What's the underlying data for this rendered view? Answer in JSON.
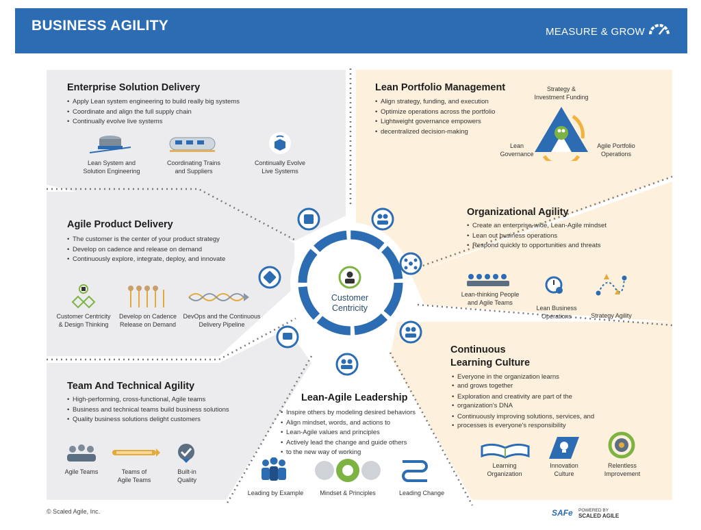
{
  "header": {
    "title": "BUSINESS AGILITY",
    "right_label": "MEASURE & GROW",
    "icon": "gauge-icon"
  },
  "center": {
    "line1": "Customer",
    "line2": "Centricity",
    "icon": "customer-icon"
  },
  "sections": {
    "enterprise": {
      "title": "Enterprise Solution Delivery",
      "bullets": [
        "Apply Lean system engineering to build really big systems",
        "Coordinate and align the full supply chain",
        "Continually evolve live systems"
      ],
      "icons": [
        {
          "l1": "Lean System and",
          "l2": "Solution Engineering",
          "icon": "solution-engineering-icon"
        },
        {
          "l1": "Coordinating Trains",
          "l2": "and Suppliers",
          "icon": "train-icon"
        },
        {
          "l1": "Continually Evolve",
          "l2": "Live Systems",
          "icon": "live-systems-icon"
        }
      ]
    },
    "portfolio": {
      "title": "Lean Portfolio Management",
      "bullets": [
        "Align strategy, funding, and execution",
        "Optimize operations across the portfolio",
        "Lightweight governance empowers",
        "decentralized decision-making"
      ],
      "diagram": {
        "top1": "Strategy &",
        "top2": "Investment Funding",
        "left1": "Lean",
        "left2": "Governance",
        "right1": "Agile Portfolio",
        "right2": "Operations"
      }
    },
    "product": {
      "title": "Agile Product Delivery",
      "bullets": [
        "The customer is the center of your product strategy",
        "Develop on cadence and release on demand",
        "Continuously explore, integrate, deploy, and innovate"
      ],
      "icons": [
        {
          "l1": "Customer Centricity",
          "l2": "& Design Thinking",
          "icon": "design-thinking-icon"
        },
        {
          "l1": "Develop on Cadence",
          "l2": "Release on Demand",
          "icon": "cadence-icon"
        },
        {
          "l1": "DevOps and the Continuous",
          "l2": "Delivery Pipeline",
          "icon": "pipeline-icon"
        }
      ]
    },
    "org": {
      "title": "Organizational Agility",
      "bullets": [
        "Create an enterprise-wide, Lean-Agile mindset",
        "Lean out business operations",
        "Respond quickly to opportunities and threats"
      ],
      "icons": [
        {
          "l1": "Lean-thinking People",
          "l2": "and Agile Teams",
          "icon": "people-icon"
        },
        {
          "l1": "Lean Business",
          "l2": "Operations",
          "icon": "stopwatch-icon"
        },
        {
          "l1": "Strategy Agility",
          "l2": "",
          "icon": "strategy-icon"
        }
      ]
    },
    "team": {
      "title": "Team And Technical Agility",
      "bullets": [
        "High-performing, cross-functional, Agile teams",
        "Business and technical teams build business solutions",
        "Quality business solutions delight customers"
      ],
      "icons": [
        {
          "l1": "Agile Teams",
          "l2": "",
          "icon": "agile-teams-icon"
        },
        {
          "l1": "Teams of",
          "l2": "Agile Teams",
          "icon": "teams-of-teams-icon"
        },
        {
          "l1": "Built-in",
          "l2": "Quality",
          "icon": "quality-icon"
        }
      ]
    },
    "leadership": {
      "title": "Lean-Agile Leadership",
      "bullets": [
        "Inspire others by modeling desired behaviors",
        "Align mindset, words, and actions to",
        "Lean-Agile values and principles",
        "Actively lead the change and guide others",
        "to the new way of working"
      ],
      "icons": [
        {
          "l1": "Leading by Example",
          "icon": "leading-example-icon"
        },
        {
          "l1": "Mindset & Principles",
          "icon": "mindset-icon"
        },
        {
          "l1": "Leading Change",
          "icon": "leading-change-icon"
        }
      ]
    },
    "learning": {
      "title1": "Continuous",
      "title2": "Learning Culture",
      "bullets": [
        "Everyone in the organization learns",
        "and grows together",
        "Exploration and creativity are part of the",
        "organization's DNA",
        "Continuously improving solutions, services, and",
        "processes is everyone's responsibility"
      ],
      "icons": [
        {
          "l1": "Learning",
          "l2": "Organization",
          "icon": "book-icon"
        },
        {
          "l1": "Innovation",
          "l2": "Culture",
          "icon": "lightbulb-icon"
        },
        {
          "l1": "Relentless",
          "l2": "Improvement",
          "icon": "improvement-icon"
        }
      ]
    }
  },
  "footer": {
    "copyright": "© Scaled Agile, Inc.",
    "brand": "SAFe",
    "brand_by1": "POWERED BY",
    "brand_by2": "SCALED AGILE"
  },
  "colors": {
    "blue": "#2b6cb3",
    "panel_gray": "#ededf0",
    "panel_peach": "#fdf0dc",
    "green": "#7cb342"
  }
}
